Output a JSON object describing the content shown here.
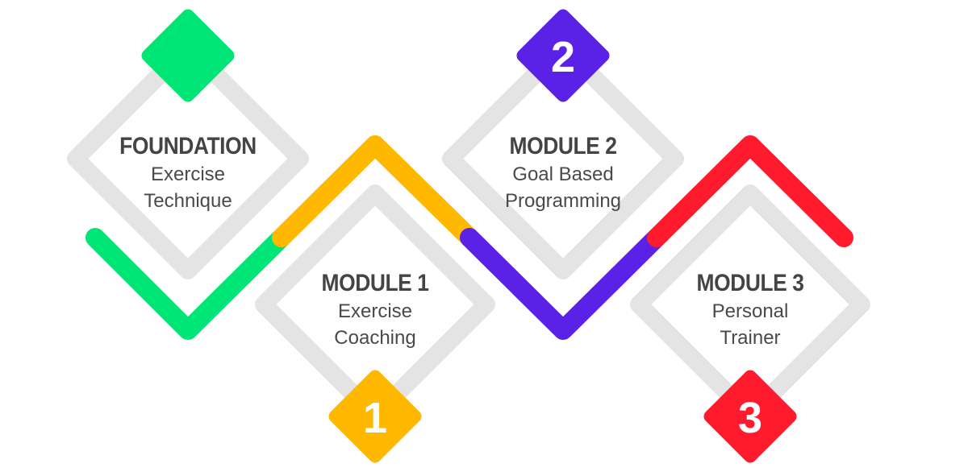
{
  "stages": [
    {
      "title": "FOUNDATION",
      "subtitle_lines": [
        "Exercise",
        "Technique"
      ],
      "number": "",
      "color": "#00E676"
    },
    {
      "title": "MODULE 1",
      "subtitle_lines": [
        "Exercise",
        "Coaching"
      ],
      "number": "1",
      "color": "#FFB800"
    },
    {
      "title": "MODULE 2",
      "subtitle_lines": [
        "Goal Based",
        "Programming"
      ],
      "number": "2",
      "color": "#5B21E6"
    },
    {
      "title": "MODULE 3",
      "subtitle_lines": [
        "Personal",
        "Trainer"
      ],
      "number": "3",
      "color": "#FF1A2E"
    }
  ],
  "outline_color": "#E4E4E4"
}
